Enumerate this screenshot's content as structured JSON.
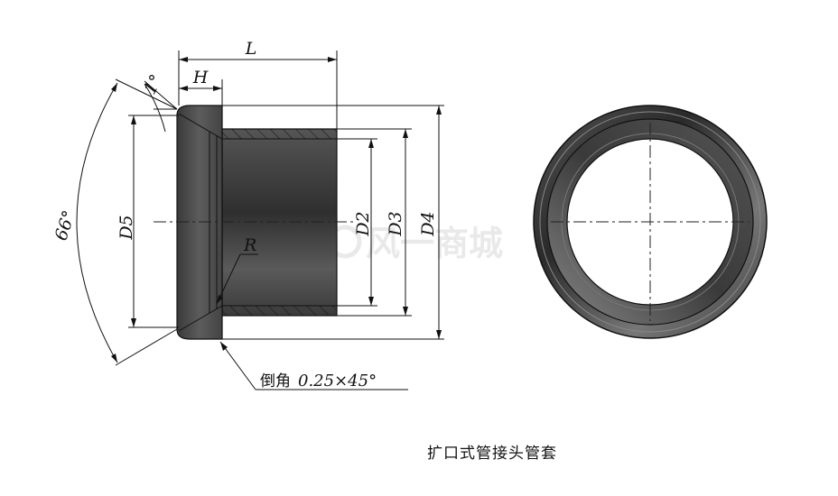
{
  "caption": "扩口式管接头管套",
  "dimensions": {
    "L": "L",
    "H": "H",
    "angle_small": "1°",
    "angle_large": "66°",
    "D5": "D5",
    "D2": "D2",
    "D3": "D3",
    "D4": "D4",
    "R": "R"
  },
  "chamfer_note": {
    "label": "倒角",
    "value": "0.25×45°"
  },
  "watermark": "风一商城",
  "colors": {
    "body_dark": "#3a3a3a",
    "body_light": "#6e6e6e",
    "line": "#111111"
  }
}
